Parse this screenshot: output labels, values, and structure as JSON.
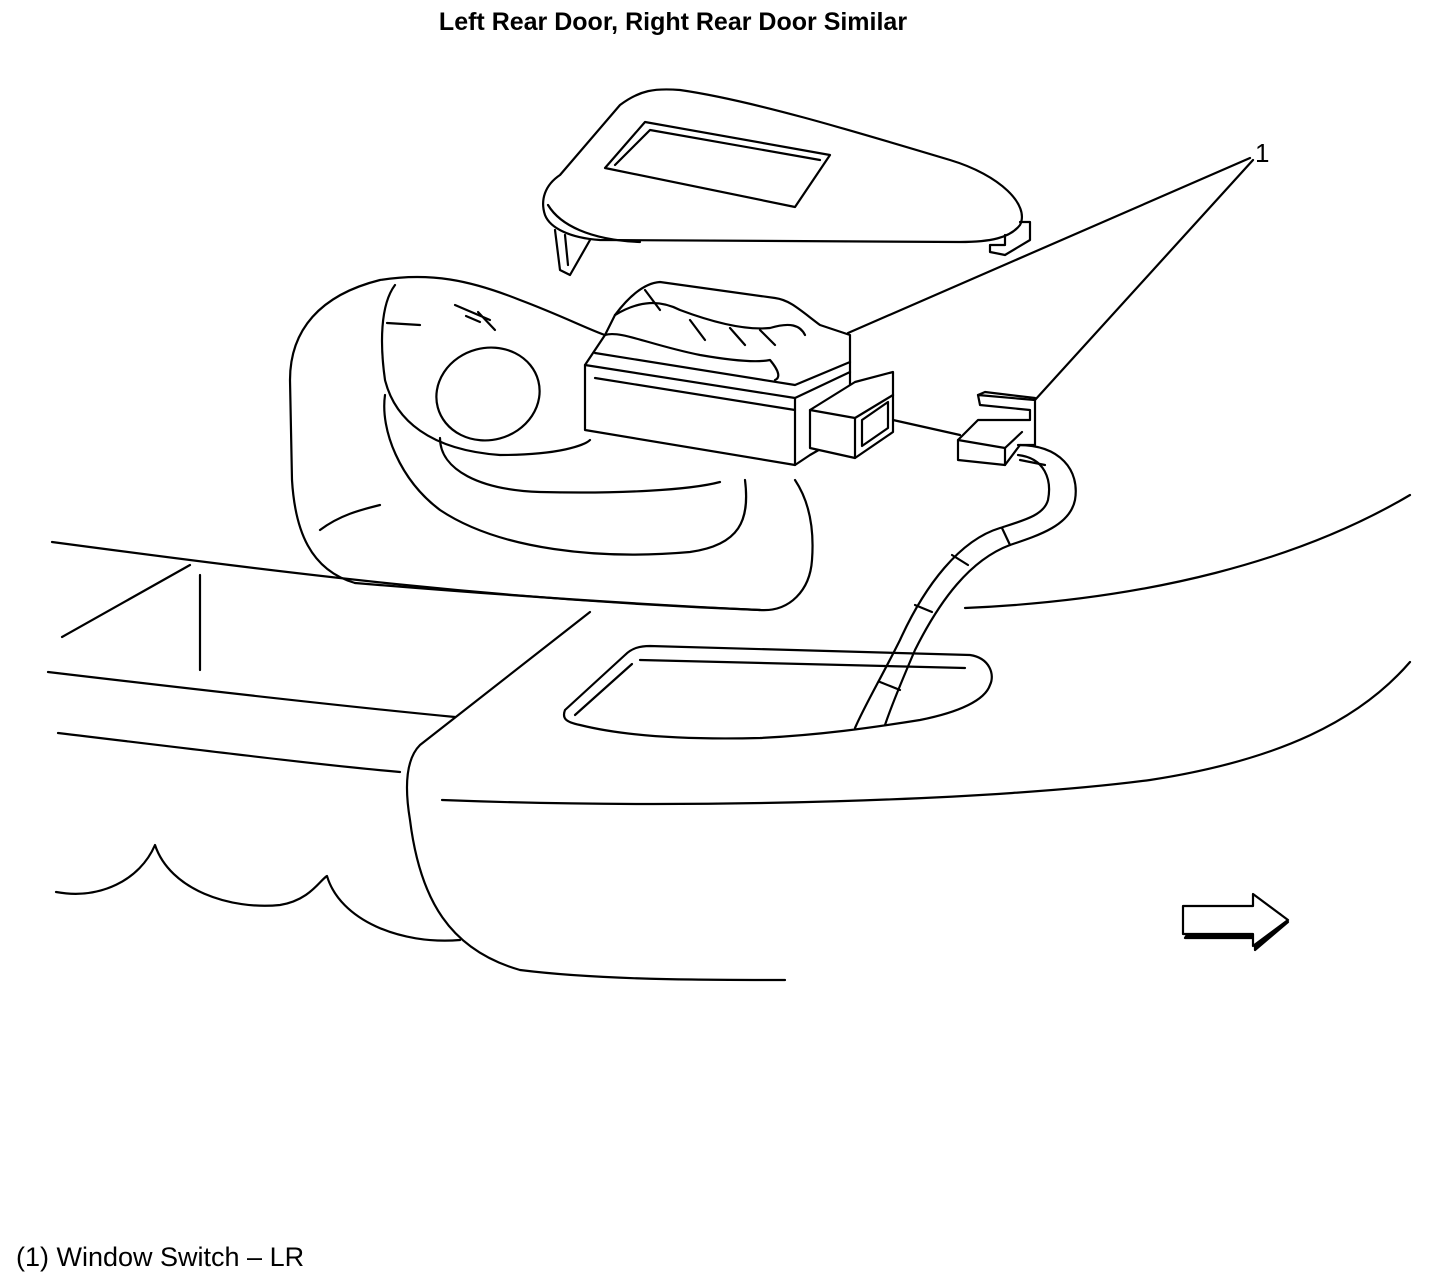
{
  "diagram": {
    "title": "Left Rear Door, Right Rear Door Similar",
    "callout_number": "1",
    "caption": "(1) Window Switch – LR",
    "parts": [
      {
        "name": "bezel-cover"
      },
      {
        "name": "window-switch"
      },
      {
        "name": "electrical-connector"
      },
      {
        "name": "wiring-harness"
      },
      {
        "name": "door-armrest"
      },
      {
        "name": "door-trim-panel"
      },
      {
        "name": "forward-direction-arrow"
      }
    ],
    "colors": {
      "line": "#000000",
      "background": "#ffffff"
    }
  }
}
